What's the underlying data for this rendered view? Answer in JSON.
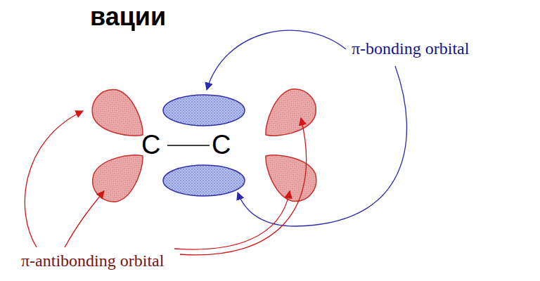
{
  "diagram": {
    "title": "вации",
    "labels": [
      "C",
      "C",
      "π-bonding orbital",
      "π-antibonding orbital"
    ]
  }
}
